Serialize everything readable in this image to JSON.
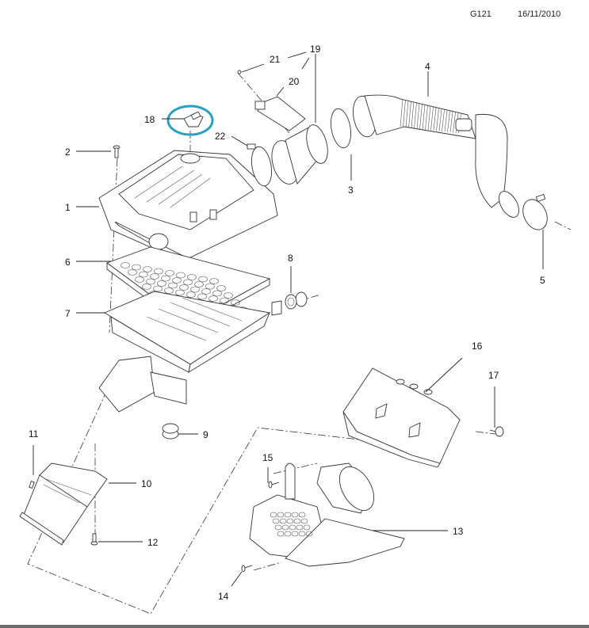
{
  "header": {
    "diagram_code": "G121",
    "date": "16/11/2010"
  },
  "highlight": {
    "part_number": "18",
    "color": "#2a9fc4"
  },
  "callouts": [
    {
      "number": "1",
      "part": "air-cleaner-cover"
    },
    {
      "number": "2",
      "part": "cover-screw"
    },
    {
      "number": "3",
      "part": "hose-clamp"
    },
    {
      "number": "4",
      "part": "air-intake-hose"
    },
    {
      "number": "5",
      "part": "hose-clamp"
    },
    {
      "number": "6",
      "part": "air-filter-element"
    },
    {
      "number": "7",
      "part": "air-cleaner-housing"
    },
    {
      "number": "8",
      "part": "grommet"
    },
    {
      "number": "9",
      "part": "rubber-mount"
    },
    {
      "number": "10",
      "part": "air-inlet-duct"
    },
    {
      "number": "11",
      "part": "clip"
    },
    {
      "number": "12",
      "part": "push-rivet"
    },
    {
      "number": "13",
      "part": "resonator-duct"
    },
    {
      "number": "14",
      "part": "screw"
    },
    {
      "number": "15",
      "part": "screw"
    },
    {
      "number": "16",
      "part": "heat-shield"
    },
    {
      "number": "17",
      "part": "clip"
    },
    {
      "number": "18",
      "part": "sensor"
    },
    {
      "number": "19",
      "part": "mass-air-flow-sensor-assembly"
    },
    {
      "number": "20",
      "part": "mass-air-flow-sensor"
    },
    {
      "number": "21",
      "part": "screw"
    },
    {
      "number": "22",
      "part": "hose-clamp"
    }
  ]
}
